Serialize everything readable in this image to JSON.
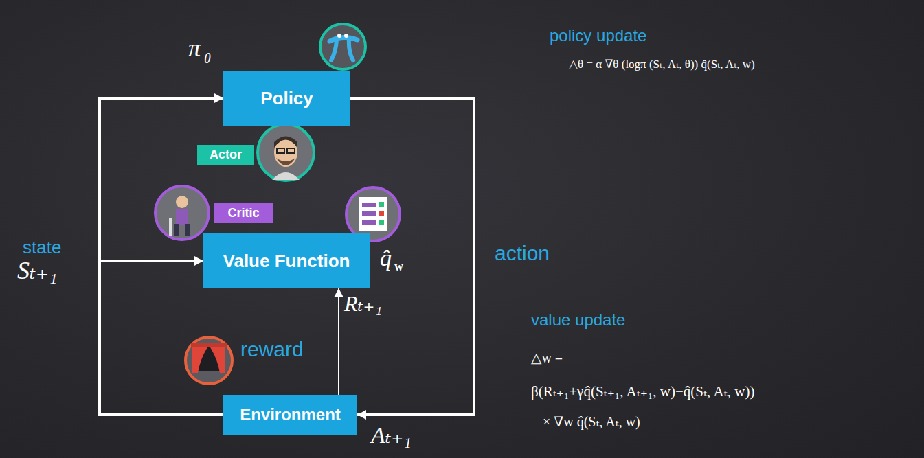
{
  "diagram": {
    "nodes": [
      {
        "text": [
          "Policy"
        ]
      },
      {
        "text": [
          "Actor"
        ]
      },
      {
        "text": [
          "Critic"
        ]
      },
      {
        "text": [
          "Value Function"
        ]
      },
      {
        "text": [
          "Environment"
        ]
      }
    ],
    "edges": [
      {
        "from": 4,
        "to": 0,
        "arrow": "to"
      },
      {
        "from": 4,
        "to": 3,
        "arrow": "to"
      },
      {
        "from": 4,
        "to": 3,
        "label": "Rₜ₊₁",
        "arrow": "to"
      },
      {
        "from": 0,
        "to": 4,
        "arrow": "to"
      }
    ],
    "labels": [
      "π",
      "θ",
      "q̂",
      "w",
      "state",
      "Sₜ₊₁",
      "reward",
      "action",
      "Aₜ₊₁",
      "policy update",
      "△θ = α ∇θ (logπ (Sₜ, Aₜ, θ)) q̂(Sₜ, Aₜ, w)",
      "value update",
      "△w =",
      "β(Rₜ₊₁+γq̂(Sₜ₊₁, Aₜ₊₁, w)−q̂(Sₜ, Aₜ, w))",
      "× ∇w q̂(Sₜ, Aₜ, w)"
    ]
  }
}
